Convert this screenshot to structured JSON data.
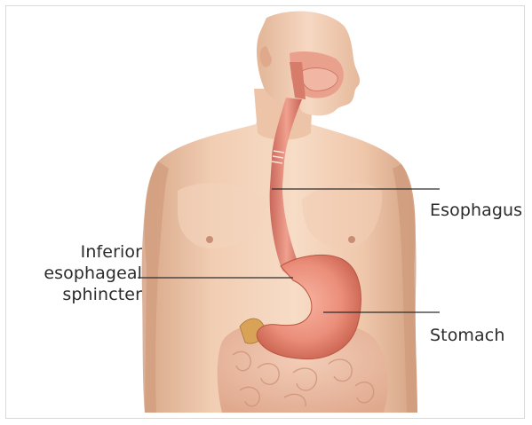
{
  "labels": {
    "esophagus": "Esophagus",
    "stomach": "Stomach",
    "les_line1": "Inferior",
    "les_line2": "esophageal",
    "les_line3": "sphincter"
  }
}
